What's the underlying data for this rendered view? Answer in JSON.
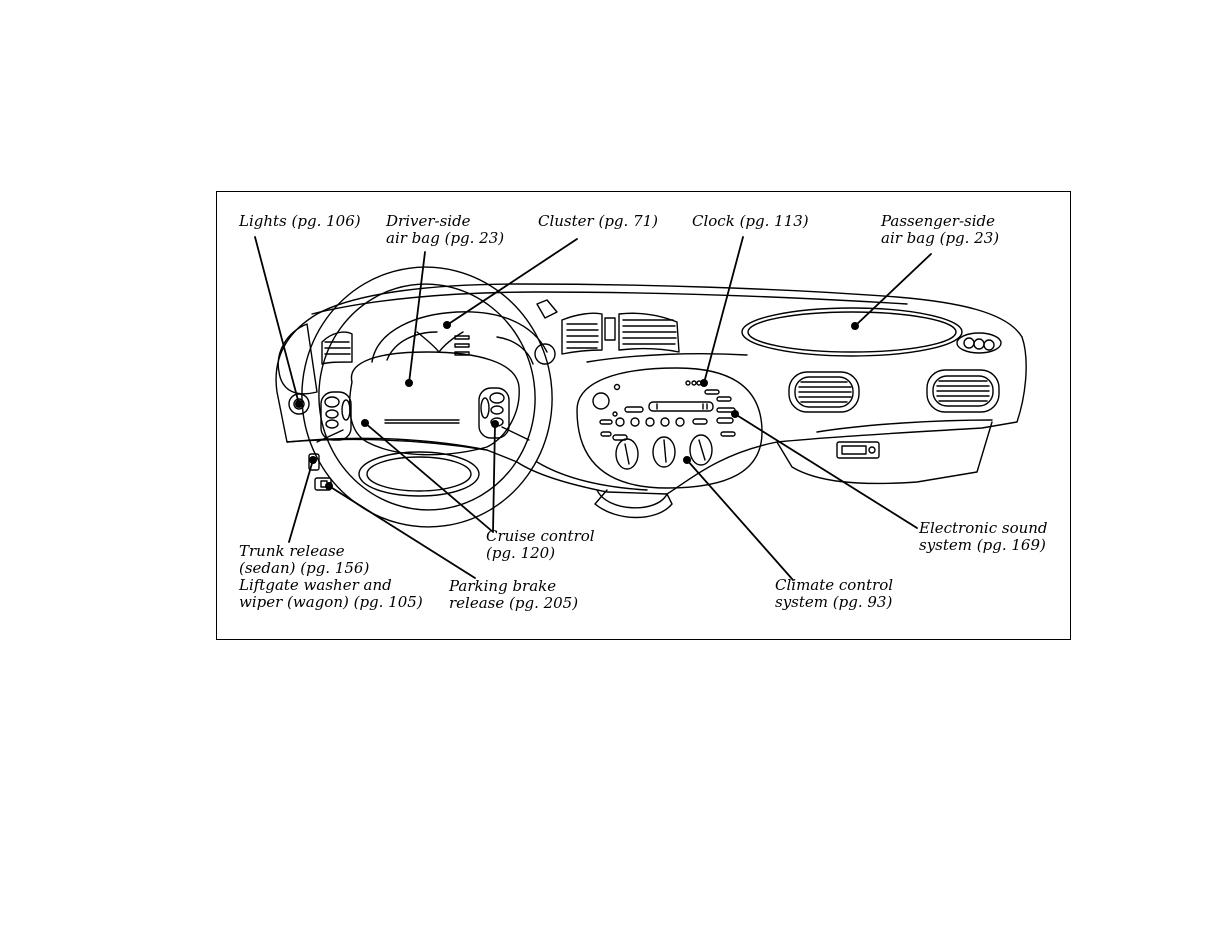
{
  "labels": {
    "lights": [
      "Lights (pg. 106)"
    ],
    "driver_airbag": [
      "Driver-side",
      "air bag (pg. 23)"
    ],
    "cluster": [
      "Cluster (pg. 71)"
    ],
    "clock": [
      "Clock (pg. 113)"
    ],
    "passenger_airbag": [
      "Passenger-side",
      "air bag (pg. 23)"
    ],
    "trunk_release": [
      "Trunk release",
      "(sedan) (pg. 156)",
      "Liftgate washer and",
      "wiper (wagon) (pg. 105)"
    ],
    "cruise_control": [
      "Cruise control",
      "(pg. 120)"
    ],
    "parking_brake": [
      "Parking brake",
      "release (pg. 205)"
    ],
    "climate_control": [
      "Climate control",
      "system (pg. 93)"
    ],
    "sound_system": [
      "Electronic sound",
      "system (pg. 169)"
    ]
  },
  "colors": {
    "line": "#000000",
    "fill": "#ffffff"
  }
}
